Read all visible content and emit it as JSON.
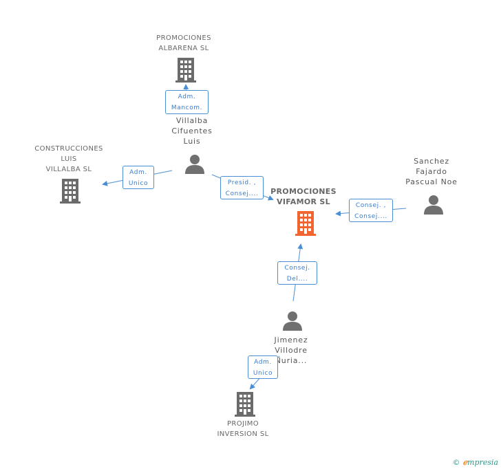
{
  "nodes": {
    "albarena": {
      "lines": [
        "PROMOCIONES",
        "ALBARENA  SL"
      ]
    },
    "construcciones": {
      "lines": [
        "CONSTRUCCIONES",
        "LUIS",
        "VILLALBA SL"
      ]
    },
    "main": {
      "lines": [
        "PROMOCIONES",
        "VIFAMOR SL"
      ]
    },
    "projimo": {
      "lines": [
        "PROJIMO",
        "INVERSION SL"
      ]
    },
    "villalba": {
      "lines": [
        "Villalba",
        "Cifuentes",
        "Luis"
      ]
    },
    "sanchez": {
      "lines": [
        "Sanchez",
        "Fajardo",
        "Pascual Noe"
      ]
    },
    "jimenez": {
      "lines": [
        "Jimenez",
        "Villodre",
        "Nuria..."
      ]
    }
  },
  "edges": {
    "villalba_albarena": [
      "Adm.",
      "Mancom."
    ],
    "villalba_construcciones": [
      "Adm.",
      "Unico"
    ],
    "villalba_main": [
      "Presid. ,",
      "Consej...."
    ],
    "sanchez_main": [
      "Consej. ,",
      "Consej...."
    ],
    "jimenez_main": [
      "Consej.",
      "Del...."
    ],
    "jimenez_projimo": [
      "Adm.",
      "Unico"
    ]
  },
  "colors": {
    "edge": "#4a8fd6",
    "company_icon": "#6b6b6b",
    "main_icon": "#f26430",
    "person_icon": "#707070"
  },
  "footer": {
    "copyright": "©",
    "brand_first": "ℯ",
    "brand_rest": "mpresia"
  }
}
